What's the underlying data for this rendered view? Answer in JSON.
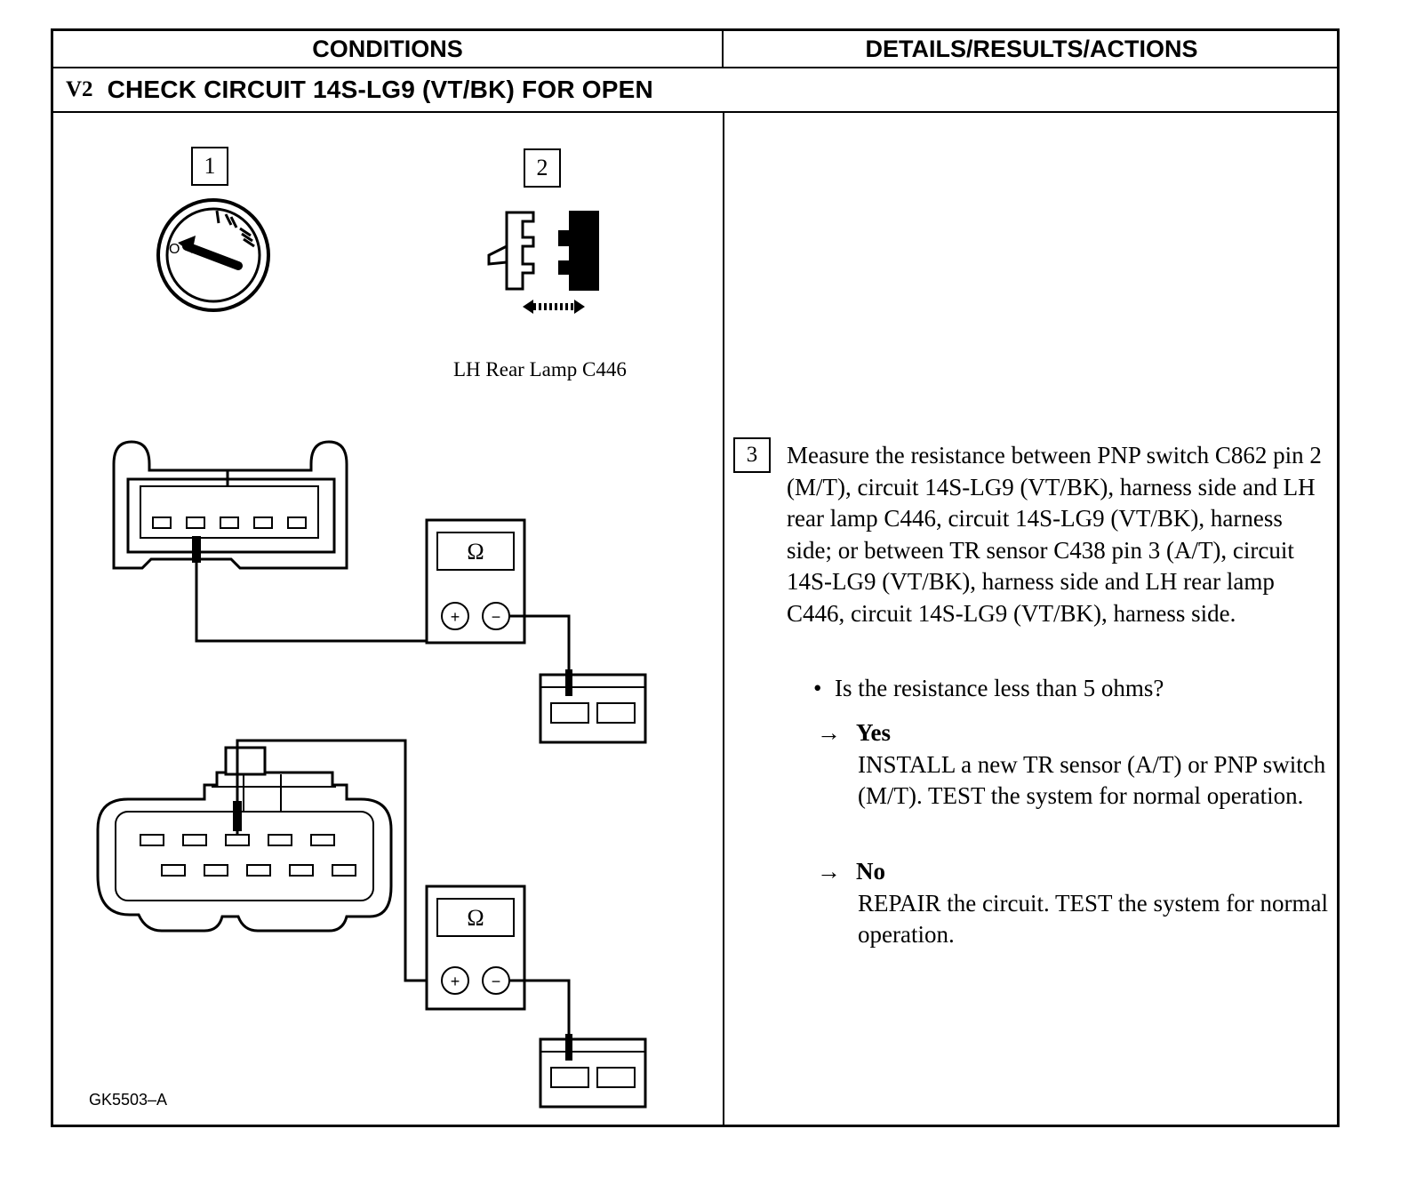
{
  "table": {
    "header_left": "CONDITIONS",
    "header_right": "DETAILS/RESULTS/ACTIONS"
  },
  "step": {
    "code": "V2",
    "title": "CHECK CIRCUIT 14S-LG9 (VT/BK) FOR OPEN"
  },
  "conditions": {
    "step1_number": "1",
    "step2_number": "2",
    "ignition_positions": [
      "O",
      "I",
      "II",
      "III"
    ],
    "connector_label": "LH Rear Lamp C446",
    "meter_symbol": "Ω",
    "meter_plus": "+",
    "meter_minus": "−",
    "figure_id": "GK5503–A"
  },
  "details": {
    "step_number": "3",
    "instruction": "Measure the resistance between PNP switch C862 pin 2 (M/T), circuit 14S-LG9 (VT/BK), harness side and LH rear lamp C446, circuit 14S-LG9 (VT/BK), harness side; or between TR sensor C438 pin 3 (A/T), circuit 14S-LG9 (VT/BK), harness side and LH rear lamp C446, circuit 14S-LG9 (VT/BK), harness side.",
    "bullet": "•",
    "question": "Is the resistance less than 5 ohms?",
    "arrow": "→",
    "yes_label": "Yes",
    "yes_action": "INSTALL a new TR sensor (A/T) or PNP switch (M/T). TEST the system for normal operation.",
    "no_label": "No",
    "no_action": "REPAIR the circuit. TEST the system for normal operation."
  }
}
